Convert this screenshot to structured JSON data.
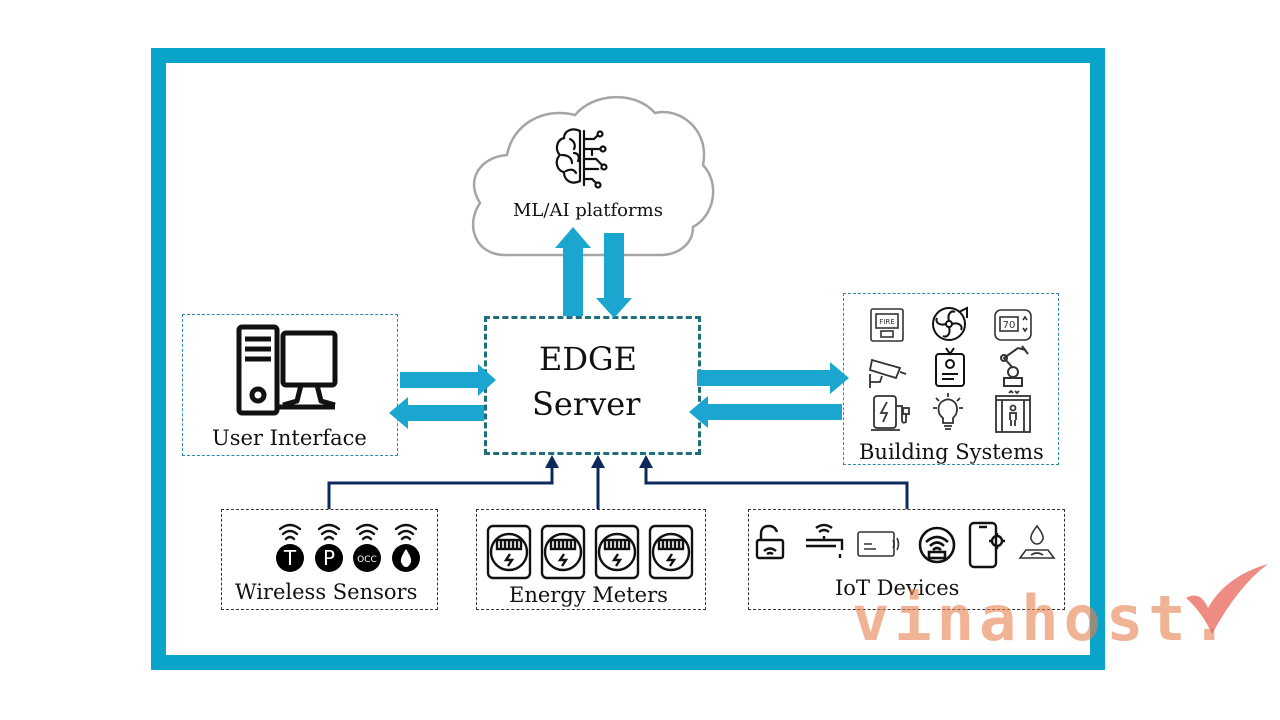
{
  "cloud": {
    "label": "ML/AI platforms",
    "icon": "brain-circuit-icon"
  },
  "edge": {
    "line1": "EDGE",
    "line2": "Server"
  },
  "user_interface": {
    "label": "User Interface",
    "icon": "desktop-computer-icon"
  },
  "building_systems": {
    "label": "Building Systems",
    "icon_text": {
      "fire": "FIRE",
      "thermostat": "70"
    },
    "icons": [
      "fire-alarm-icon",
      "hvac-fan-icon",
      "thermostat-icon",
      "security-camera-icon",
      "id-badge-icon",
      "robotic-arm-icon",
      "ev-charger-icon",
      "light-bulb-icon",
      "elevator-icon"
    ]
  },
  "wireless_sensors": {
    "label": "Wireless Sensors",
    "sensors": [
      "T",
      "P",
      "OCC",
      "drop"
    ]
  },
  "energy_meters": {
    "label": "Energy Meters"
  },
  "iot_devices": {
    "label": "IoT Devices",
    "icons": [
      "smart-lock-icon",
      "smart-faucet-icon",
      "contactless-card-icon",
      "wifi-router-icon",
      "smartphone-icon",
      "water-sensor-icon"
    ]
  },
  "watermark": {
    "text": "vinahost."
  },
  "colors": {
    "frame": "#0aa3c9",
    "arrow": "#1aa6cf",
    "navy": "#0d2a5c",
    "edge_border": "#1e6f7a"
  }
}
